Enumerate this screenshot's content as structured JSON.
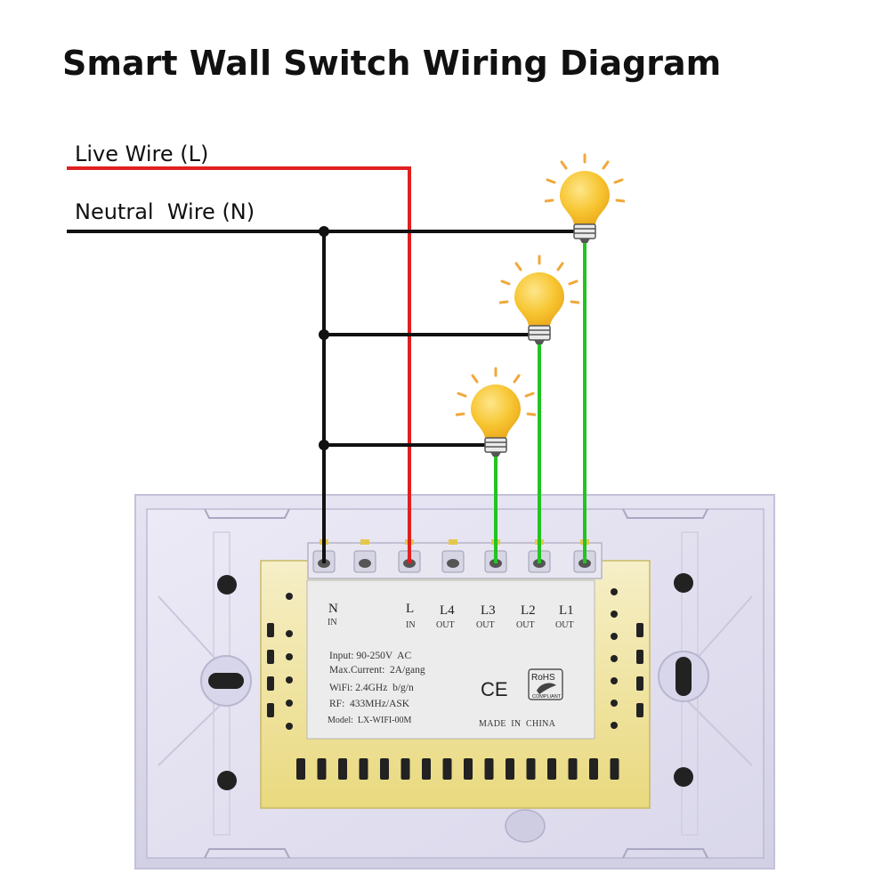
{
  "title": "Smart Wall Switch Wiring Diagram",
  "wires": {
    "live_label": "Live Wire (L)",
    "neutral_label": "Neutral  Wire (N)",
    "live_color": "#e02020",
    "neutral_color": "#111111",
    "load_color": "#22c422"
  },
  "bulbs": {
    "icon": "light-bulb-icon",
    "color": "#f7c531",
    "count": 3
  },
  "terminals": {
    "n": {
      "name": "N",
      "sub": "IN"
    },
    "l": {
      "name": "L",
      "sub": "IN"
    },
    "l4": {
      "name": "L4",
      "sub": "OUT"
    },
    "l3": {
      "name": "L3",
      "sub": "OUT"
    },
    "l2": {
      "name": "L2",
      "sub": "OUT"
    },
    "l1": {
      "name": "L1",
      "sub": "OUT"
    }
  },
  "label": {
    "input": "Input: 90-250V  AC",
    "current": "Max.Current:  2A/gang",
    "wifi": "WiFi: 2.4GHz  b/g/n",
    "rf": "RF:  433MHz/ASK",
    "model": "Model:  LX-WIFI-00M",
    "ce": "CE",
    "rohs": "RoHS",
    "rohs_sub": "COMPLIANT",
    "made_in": "MADE  IN  CHINA"
  }
}
